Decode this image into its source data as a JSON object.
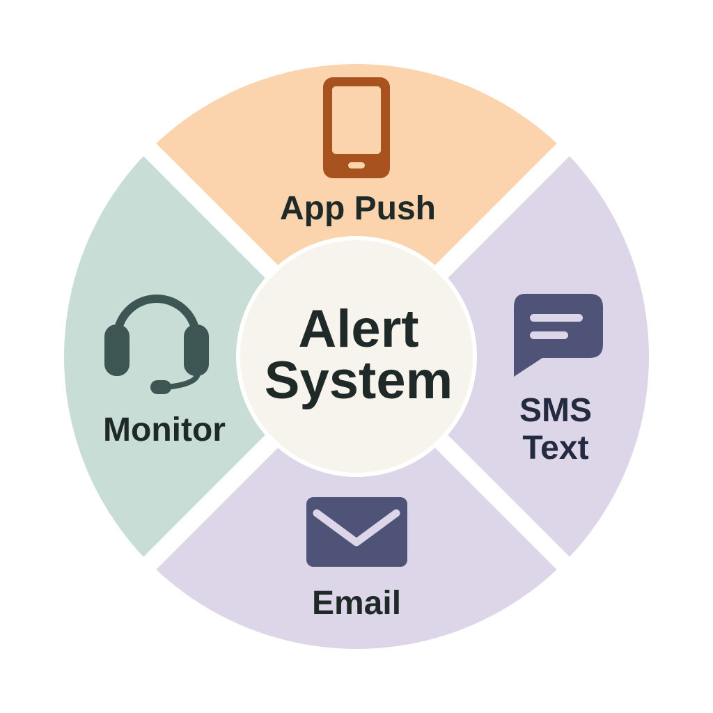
{
  "center": {
    "line1": "Alert",
    "line2": "System"
  },
  "segments": {
    "top": {
      "label": "App Push",
      "icon": "smartphone-icon"
    },
    "right": {
      "line1": "SMS",
      "line2": "Text",
      "icon": "chat-bubble-icon"
    },
    "bottom": {
      "label": "Email",
      "icon": "envelope-icon"
    },
    "left": {
      "label": "Monitor",
      "icon": "headset-icon"
    }
  },
  "colors": {
    "top_fill": "#fbd3ad",
    "right_fill": "#dcd6e8",
    "bottom_fill": "#dcd6e8",
    "left_fill": "#c8ddd5",
    "center_fill": "#f7f4ee",
    "phone_icon": "#a8521f",
    "sms_icon": "#4f5378",
    "email_icon": "#4f5378",
    "headset_icon": "#3d5653",
    "text_dark": "#1f2a28",
    "sms_text": "#242a40"
  }
}
